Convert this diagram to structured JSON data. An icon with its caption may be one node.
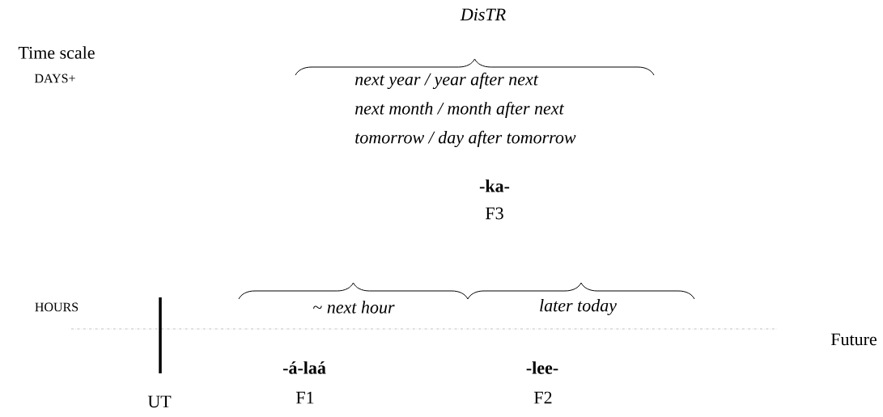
{
  "diagram": {
    "labels": [
      "DisTR",
      "Time scale",
      "DAYS+",
      "next year / year after next",
      "next month / month after next",
      "tomorrow / day after tomorrow",
      "-ka-",
      "F3",
      "HOURS",
      "~ *next hour*",
      "later today",
      "Future",
      "-á-laá",
      "-lee-",
      "UT",
      "F1",
      "F2"
    ]
  }
}
